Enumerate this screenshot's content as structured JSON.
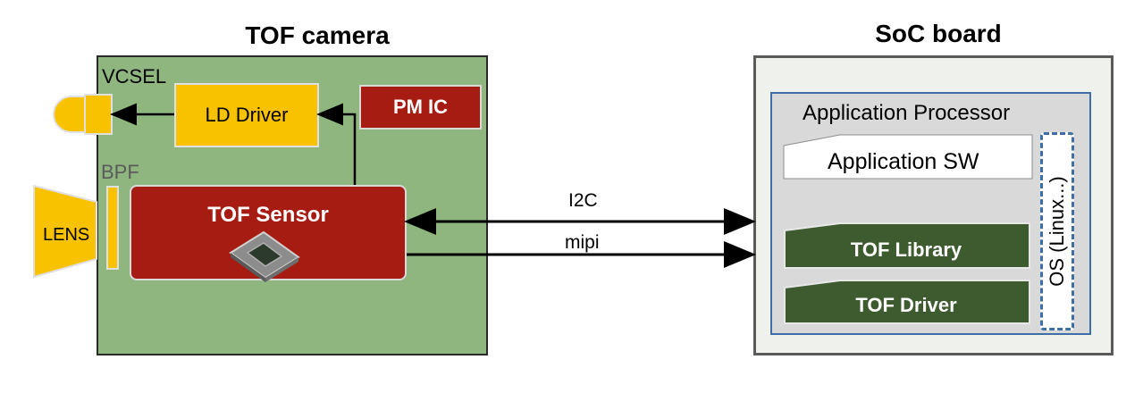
{
  "camera": {
    "title": "TOF camera",
    "vcsel_label": "VCSEL",
    "ld_driver": "LD Driver",
    "pm_ic": "PM IC",
    "bpf_label": "BPF",
    "lens_label": "LENS",
    "tof_sensor": "TOF Sensor"
  },
  "links": {
    "i2c": "I2C",
    "mipi": "mipi"
  },
  "soc": {
    "title": "SoC board",
    "app_processor": "Application Processor",
    "app_sw": "Application SW",
    "tof_library": "TOF Library",
    "tof_driver": "TOF Driver",
    "os": "OS (Linux...)"
  },
  "colors": {
    "camera_bg": "#8fb67f",
    "yellow": "#f9c200",
    "red": "#a61b12",
    "dark_green": "#3e5a2f",
    "blue_outline": "#3e6ea6"
  }
}
